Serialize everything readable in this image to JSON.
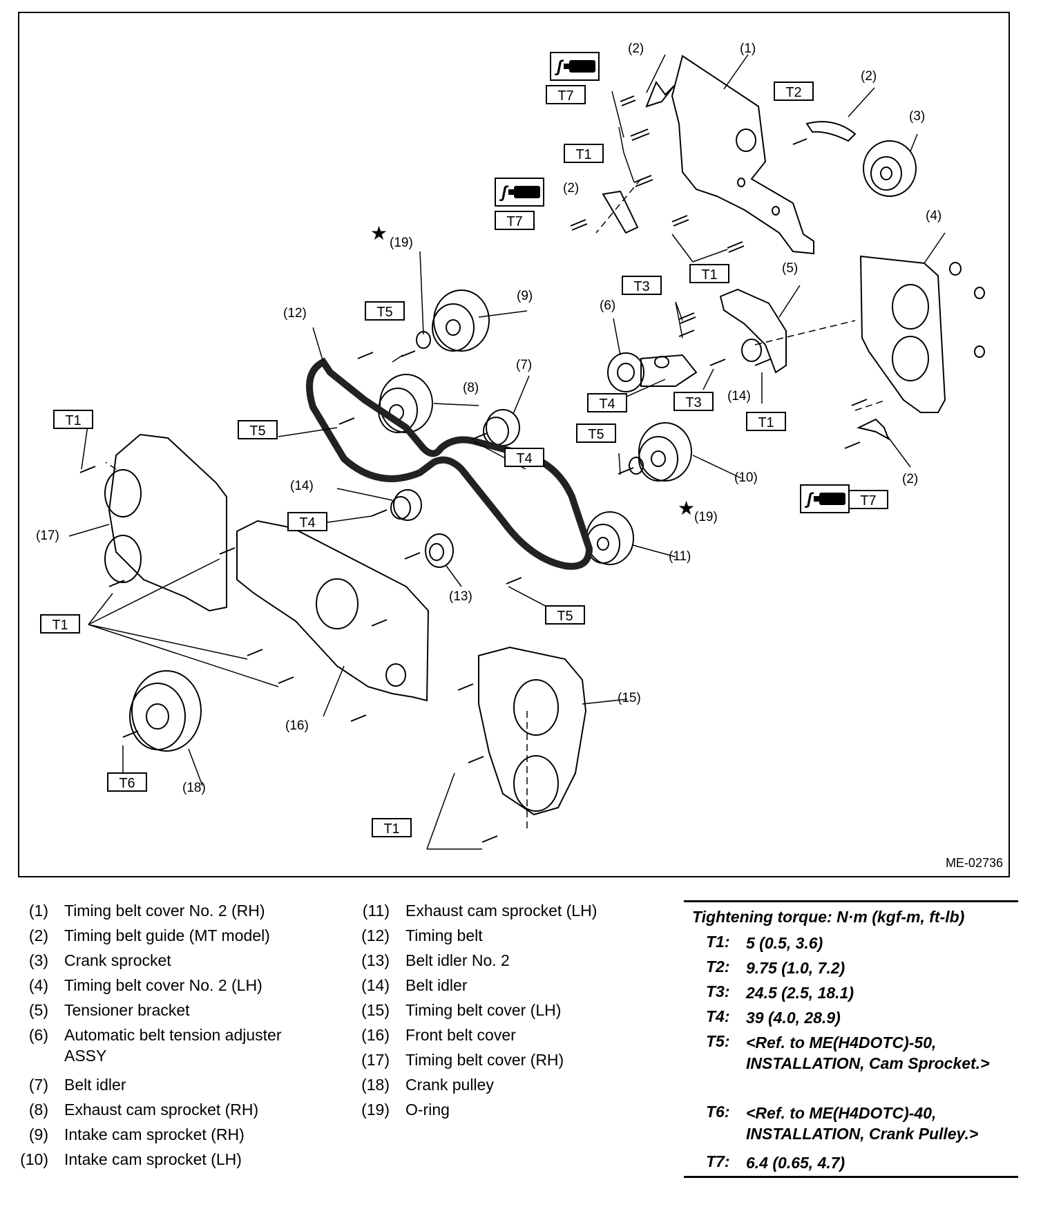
{
  "diagram": {
    "drawing_id": "ME-02736",
    "torque_boxes": [
      "T1",
      "T2",
      "T3",
      "T4",
      "T5",
      "T6",
      "T7"
    ],
    "callouts": [
      "(1)",
      "(2)",
      "(3)",
      "(4)",
      "(5)",
      "(6)",
      "(7)",
      "(8)",
      "(9)",
      "(10)",
      "(11)",
      "(12)",
      "(13)",
      "(14)",
      "(15)",
      "(16)",
      "(17)",
      "(18)",
      "(19)"
    ],
    "star": "★"
  },
  "legend_left": [
    {
      "num": "(1)",
      "text": "Timing belt cover No. 2 (RH)"
    },
    {
      "num": "(2)",
      "text": "Timing belt guide (MT model)"
    },
    {
      "num": "(3)",
      "text": "Crank sprocket"
    },
    {
      "num": "(4)",
      "text": "Timing belt cover No. 2 (LH)"
    },
    {
      "num": "(5)",
      "text": "Tensioner bracket"
    },
    {
      "num": "(6)",
      "text": "Automatic belt tension adjuster ASSY"
    },
    {
      "num": "(7)",
      "text": "Belt idler"
    },
    {
      "num": "(8)",
      "text": "Exhaust cam sprocket (RH)"
    },
    {
      "num": "(9)",
      "text": "Intake cam sprocket (RH)"
    },
    {
      "num": "(10)",
      "text": "Intake cam sprocket (LH)"
    }
  ],
  "legend_mid": [
    {
      "num": "(11)",
      "text": "Exhaust cam sprocket (LH)"
    },
    {
      "num": "(12)",
      "text": "Timing belt"
    },
    {
      "num": "(13)",
      "text": "Belt idler No. 2"
    },
    {
      "num": "(14)",
      "text": "Belt idler"
    },
    {
      "num": "(15)",
      "text": "Timing belt cover (LH)"
    },
    {
      "num": "(16)",
      "text": "Front belt cover"
    },
    {
      "num": "(17)",
      "text": "Timing belt cover (RH)"
    },
    {
      "num": "(18)",
      "text": "Crank pulley"
    },
    {
      "num": "(19)",
      "text": "O-ring"
    }
  ],
  "torque": {
    "title": "Tightening torque: N·m (kgf-m, ft-lb)",
    "rows": [
      {
        "key": "T1:",
        "value": "5 (0.5, 3.6)"
      },
      {
        "key": "T2:",
        "value": "9.75 (1.0, 7.2)"
      },
      {
        "key": "T3:",
        "value": "24.5 (2.5, 18.1)"
      },
      {
        "key": "T4:",
        "value": "39 (4.0, 28.9)"
      },
      {
        "key": "T5:",
        "value": "<Ref. to ME(H4DOTC)-50, INSTALLATION, Cam Sprocket.>"
      },
      {
        "key": "T6:",
        "value": "<Ref. to ME(H4DOTC)-40, INSTALLATION, Crank Pulley.>"
      },
      {
        "key": "T7:",
        "value": "6.4 (0.65, 4.7)"
      }
    ]
  }
}
